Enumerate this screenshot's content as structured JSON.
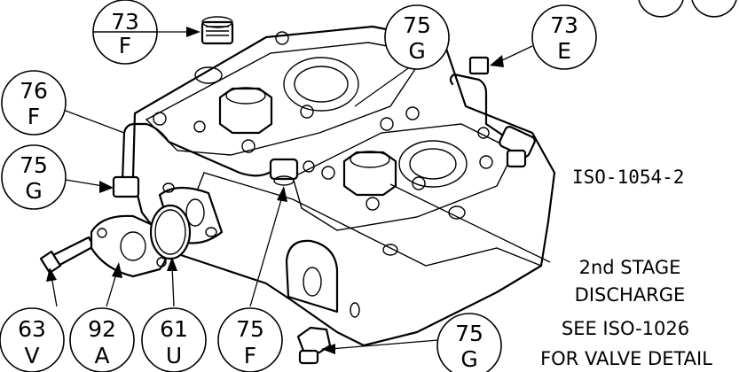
{
  "drawing_number": "ISO-1054-2",
  "callouts": [
    {
      "id": "c73f",
      "top": "73",
      "bottom": "F"
    },
    {
      "id": "c75g-top",
      "top": "75",
      "bottom": "G"
    },
    {
      "id": "c73e",
      "top": "73",
      "bottom": "E"
    },
    {
      "id": "c76f",
      "top": "76",
      "bottom": "F"
    },
    {
      "id": "c75g-left",
      "top": "75",
      "bottom": "G"
    },
    {
      "id": "c63v",
      "top": "63",
      "bottom": "V"
    },
    {
      "id": "c92a",
      "top": "92",
      "bottom": "A"
    },
    {
      "id": "c61u",
      "top": "61",
      "bottom": "U"
    },
    {
      "id": "c75f",
      "top": "75",
      "bottom": "F"
    },
    {
      "id": "c75g-bottom",
      "top": "75",
      "bottom": "G"
    }
  ],
  "note_lines": [
    "2nd STAGE",
    "DISCHARGE",
    "SEE ISO-1026",
    "FOR VALVE DETAIL"
  ]
}
